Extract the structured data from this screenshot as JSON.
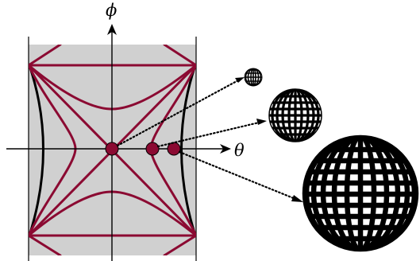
{
  "axes": {
    "horizontal_label": "θ",
    "vertical_label": "ϕ"
  },
  "colors": {
    "region_fill": "#d0d0d0",
    "curve": "#8b0a32",
    "boundary": "#000000",
    "arrow": "#000000"
  },
  "critical_points": [
    {
      "name": "origin",
      "target_sphere": "small"
    },
    {
      "name": "middle",
      "target_sphere": "medium"
    },
    {
      "name": "right",
      "target_sphere": "large"
    }
  ],
  "spheres": [
    {
      "name": "small",
      "grid": "fine"
    },
    {
      "name": "medium",
      "grid": "medium"
    },
    {
      "name": "large",
      "grid": "coarse"
    }
  ]
}
